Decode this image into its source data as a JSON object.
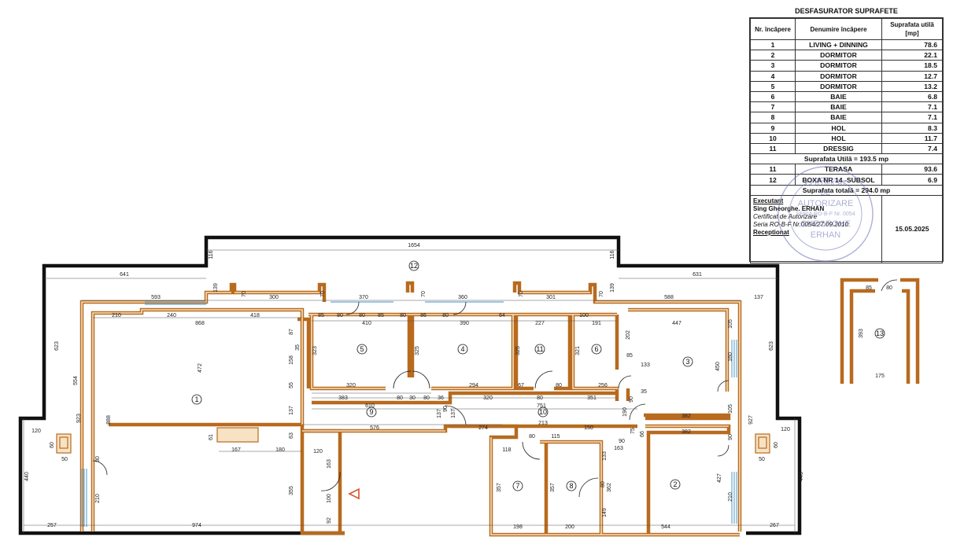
{
  "legend": {
    "title": "DESFASURATOR SUPRAFETE",
    "headers": [
      "Nr. încăpere",
      "Denumire încăpere",
      "Suprafata utilă [mp]"
    ],
    "rows": [
      {
        "nr": "1",
        "name": "LIVING + DINNING",
        "area": "78.6"
      },
      {
        "nr": "2",
        "name": "DORMITOR",
        "area": "22.1"
      },
      {
        "nr": "3",
        "name": "DORMITOR",
        "area": "18.5"
      },
      {
        "nr": "4",
        "name": "DORMITOR",
        "area": "12.7"
      },
      {
        "nr": "5",
        "name": "DORMITOR",
        "area": "13.2"
      },
      {
        "nr": "6",
        "name": "BAIE",
        "area": "6.8"
      },
      {
        "nr": "7",
        "name": "BAIE",
        "area": "7.1"
      },
      {
        "nr": "8",
        "name": "BAIE",
        "area": "7.1"
      },
      {
        "nr": "9",
        "name": "HOL",
        "area": "8.3"
      },
      {
        "nr": "10",
        "name": "HOL",
        "area": "11.7"
      },
      {
        "nr": "11",
        "name": "DRESSIG",
        "area": "7.4"
      }
    ],
    "useful_total": "Suprafata Utilă  =  193.5 mp",
    "extra_rows": [
      {
        "nr": "11",
        "name": "TERASA",
        "area": "93.6"
      },
      {
        "nr": "12",
        "name": "BOXA NR 14 -SUBSOL",
        "area": "6.9"
      }
    ],
    "grand_total": "Suprafata totală  =  294.0 mp",
    "executant_label": "Executant",
    "executant_name": "Sing Gheorghe. ERHAN",
    "certificate": "Certificat de Autorizare",
    "series": "Seria RO-B-F Nr.0054/27.09.2010",
    "date": "15.05.2025",
    "receptionat_label": "Receptionat"
  },
  "stamp": {
    "line1": "CERTIFICAT",
    "line2": "DE",
    "line3": "AUTORIZARE",
    "line4": "SERIA RO-B-F Nr. 0054",
    "line5": "GHEORGHE",
    "line6": "ERHAN",
    "ring": "AGENTIA NATIONALA DE CADASTRU SI PUBLICITATE IMOBILIARA • CATEGORIA A •"
  },
  "rooms": [
    "1",
    "2",
    "3",
    "4",
    "5",
    "6",
    "7",
    "8",
    "9",
    "10",
    "11",
    "12",
    "13"
  ],
  "dims": {
    "d1654": "1654",
    "d641": "641",
    "d631": "631",
    "d116a": "116",
    "d116b": "116",
    "d139a": "139",
    "d139b": "139",
    "d593": "593",
    "d70a": "70",
    "d300": "300",
    "d70b": "70",
    "d370": "370",
    "d70c": "70",
    "d360": "360",
    "d70d": "70",
    "d301": "301",
    "d70e": "70",
    "d588": "588",
    "d137a": "137",
    "d210a": "210",
    "d240": "240",
    "d418": "418",
    "d868": "868",
    "d85a": "85",
    "d80a": "80",
    "d80b": "80",
    "d85b": "85",
    "d86": "86",
    "d80c": "80",
    "d80d": "80",
    "d64": "64",
    "d100": "100",
    "d191": "191",
    "d410": "410",
    "d390": "390",
    "d227": "227",
    "d447": "447",
    "d623a": "623",
    "d623b": "623",
    "d554": "554",
    "d923": "923",
    "d888": "888",
    "d472": "472",
    "d87": "87",
    "d35a": "35",
    "d158": "158",
    "d55": "55",
    "d323": "323",
    "d325a": "325",
    "d325b": "325",
    "d321": "321",
    "d202": "202",
    "d105a": "105",
    "d160": "160",
    "d450": "450",
    "d320a": "320",
    "d294": "294",
    "d67": "67",
    "d80e": "80",
    "d256": "256",
    "d85c": "85",
    "d133a": "133",
    "d35b": "35",
    "d383": "383",
    "d80f": "80",
    "d30": "30",
    "d80g": "80",
    "d36": "36",
    "d320b": "320",
    "d80h": "80",
    "d351": "351",
    "d610": "610",
    "d751": "751",
    "d137b": "137",
    "d90a": "90",
    "d137c": "137",
    "d137d": "137",
    "d190": "190",
    "d90b": "90",
    "d382a": "382",
    "d105b": "105",
    "d927": "927",
    "d576": "576",
    "d274": "274",
    "d213": "213",
    "d150": "150",
    "d75": "75",
    "d66": "66",
    "d382b": "382",
    "d90c": "90",
    "d61": "61",
    "d63": "63",
    "d120a": "120",
    "d60a": "60",
    "d50a": "50",
    "d80i": "80",
    "d167": "167",
    "d180": "180",
    "d120b": "120",
    "d118": "118",
    "d80j": "80",
    "d115": "115",
    "d163": "163",
    "d90d": "90",
    "d120c": "120",
    "d60b": "60",
    "d50b": "50",
    "d440": "440",
    "d163b": "163",
    "d133b": "133",
    "d210b": "210",
    "d100b": "100",
    "d355": "355",
    "d357a": "357",
    "d357b": "357",
    "d362": "362",
    "d80k": "80",
    "d149": "149",
    "d427": "427",
    "d210c": "210",
    "d443": "443",
    "d92": "92",
    "d257": "257",
    "d974": "974",
    "d198": "198",
    "d200": "200",
    "d544": "544",
    "d267": "267",
    "d85d": "85",
    "d80l": "80",
    "d393": "393",
    "d175": "175"
  },
  "colors": {
    "wall_fill": "#f7e2c4",
    "wall_edge": "#b86a1e",
    "outer_wall": "#111111",
    "window": "#7fb6d9",
    "entry": "#d9532b"
  }
}
